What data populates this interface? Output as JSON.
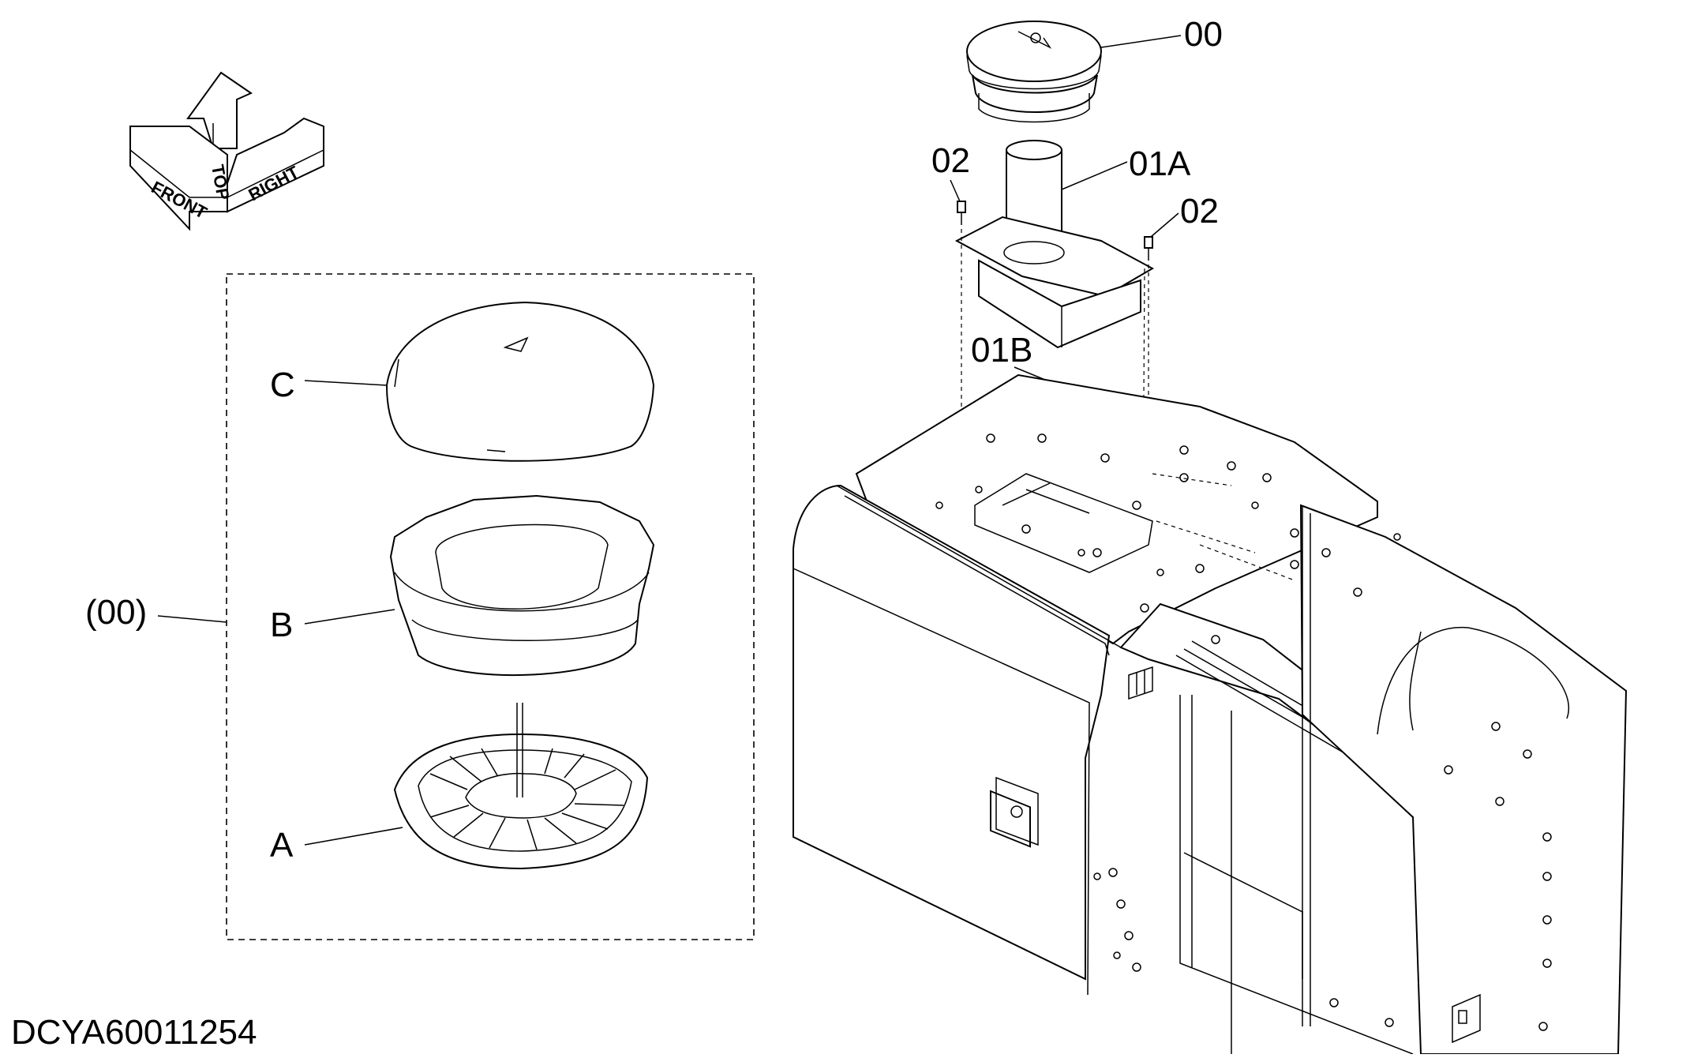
{
  "document_id": "DCYA60011254",
  "orientation_arrow": {
    "top": "TOP",
    "front": "FRONT",
    "right": "RIGHT"
  },
  "callouts": {
    "assembly": "00",
    "pipe_upper": "01A",
    "pipe_lower": "01B",
    "bolt_left": "02",
    "bolt_right": "02"
  },
  "detail_box": {
    "assembly_ref": "(00)",
    "part_a": "A",
    "part_b": "B",
    "part_c": "C"
  }
}
